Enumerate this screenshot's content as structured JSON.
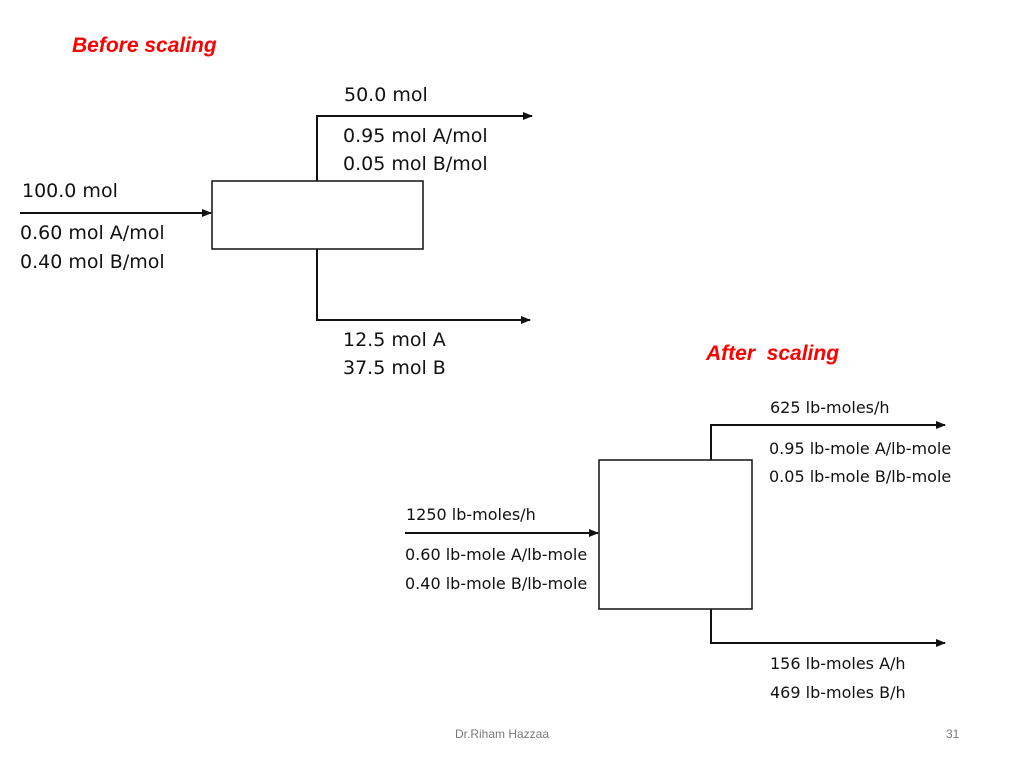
{
  "headings": {
    "before": "Before scaling",
    "after": "After  scaling"
  },
  "before_diagram": {
    "feed": {
      "flow": "100.0 mol",
      "comp_a": "0.60 mol A/mol",
      "comp_b": "0.40 mol B/mol"
    },
    "top_product": {
      "flow": "50.0 mol",
      "comp_a": "0.95 mol A/mol",
      "comp_b": "0.05 mol B/mol"
    },
    "bottom_product": {
      "amount_a": "12.5 mol A",
      "amount_b": "37.5 mol B"
    }
  },
  "after_diagram": {
    "feed": {
      "flow": "1250 lb-moles/h",
      "comp_a": "0.60 lb-mole A/lb-mole",
      "comp_b": "0.40 lb-mole B/lb-mole"
    },
    "top_product": {
      "flow": "625 lb-moles/h",
      "comp_a": "0.95 lb-mole A/lb-mole",
      "comp_b": "0.05 lb-mole B/lb-mole"
    },
    "bottom_product": {
      "amount_a": "156 lb-moles A/h",
      "amount_b": "469 lb-moles B/h"
    }
  },
  "footer": {
    "author": "Dr.Riham Hazzaa",
    "page_number": "31"
  },
  "colors": {
    "heading": "#ff0000",
    "line": "#111111"
  }
}
